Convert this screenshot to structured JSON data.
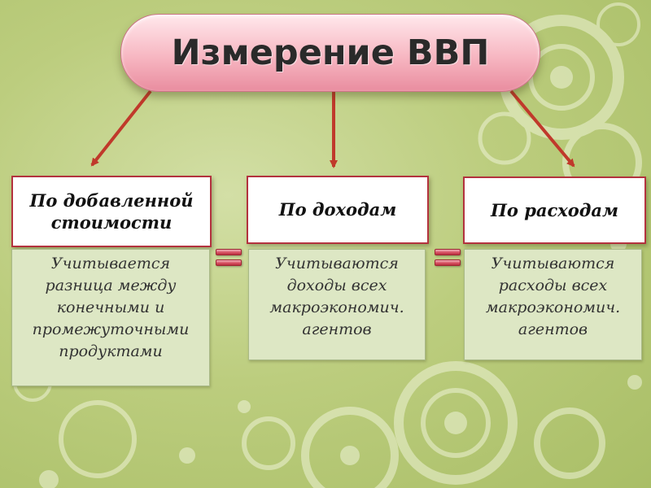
{
  "title": "Измерение ВВП",
  "methods": [
    {
      "heading": [
        "По добавленной",
        "стоимости"
      ],
      "description": [
        "Учитывается",
        "разница между",
        "конечными и",
        "промежуточными",
        "продуктами"
      ]
    },
    {
      "heading": [
        "По доходам"
      ],
      "description": [
        "Учитываются",
        "доходы всех",
        "макроэкономич.",
        "агентов"
      ]
    },
    {
      "heading": [
        "По расходам"
      ],
      "description": [
        "Учитываются",
        "расходы всех",
        "макроэкономич.",
        "агентов"
      ]
    }
  ],
  "equals_sign": "=",
  "colors": {
    "arrow": "#c0392b",
    "box_border": "#b3323e",
    "pill_fill": "#f7b7c2",
    "description_fill": "#dde7c4",
    "background": "#bccd7e"
  }
}
